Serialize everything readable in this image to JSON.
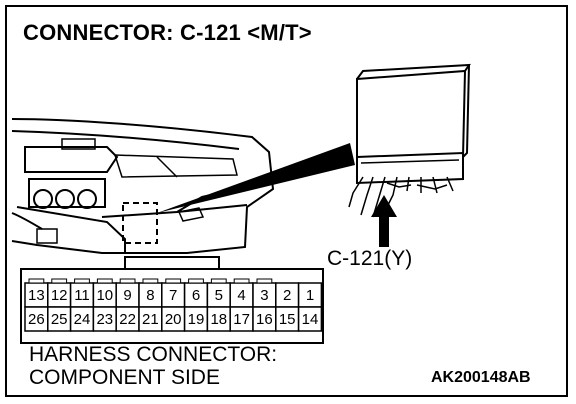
{
  "title": "CONNECTOR: C-121 <M/T>",
  "connector_label": "C-121(Y)",
  "harness_line1": "HARNESS CONNECTOR:",
  "harness_line2": "COMPONENT SIDE",
  "ref_code": "AK200148AB",
  "pins_top": [
    "13",
    "12",
    "11",
    "10",
    "9",
    "8",
    "7",
    "6",
    "5",
    "4",
    "3",
    "2",
    "1"
  ],
  "pins_bottom": [
    "26",
    "25",
    "24",
    "23",
    "22",
    "21",
    "20",
    "19",
    "18",
    "17",
    "16",
    "15",
    "14"
  ]
}
